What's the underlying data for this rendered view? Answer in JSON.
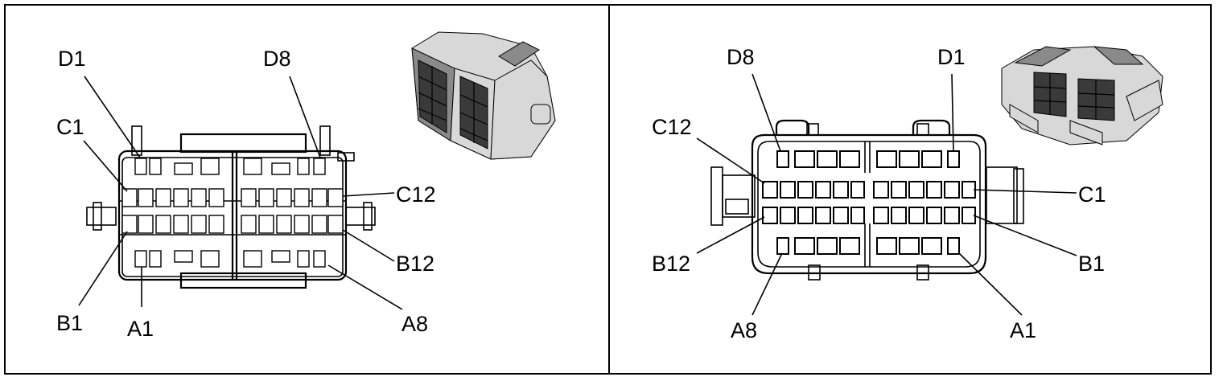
{
  "left_view": {
    "labels": {
      "d1": "D1",
      "d8": "D8",
      "c1": "C1",
      "c12": "C12",
      "b12": "B12",
      "b1": "B1",
      "a1": "A1",
      "a8": "A8"
    }
  },
  "right_view": {
    "labels": {
      "d8": "D8",
      "d1": "D1",
      "c12": "C12",
      "c1": "C1",
      "b12": "B12",
      "b1": "B1",
      "a8": "A8",
      "a1": "A1"
    }
  }
}
